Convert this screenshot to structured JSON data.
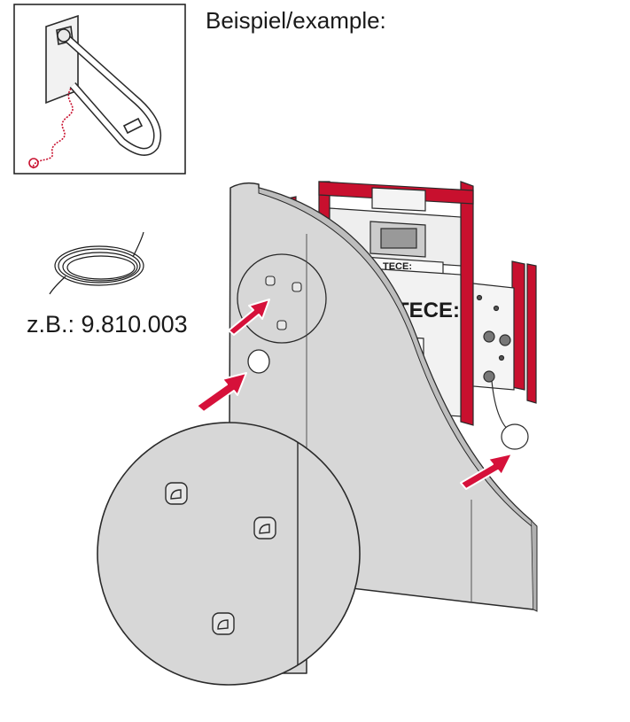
{
  "example_label": "Beispiel/example:",
  "part_number_label": "z.B.: 9.810.003",
  "frame_logo_large": "TECE:",
  "frame_logo_small": "TECE:",
  "colors": {
    "frame_red": "#c8102e",
    "arrow_red": "#d6113a",
    "panel_gray": "#d7d7d7",
    "line": "#2a2a2a"
  },
  "icons": [
    "grab-bar-icon",
    "cable-coil-icon",
    "arrow-icon",
    "magnifier-circle-icon",
    "fastener-icon"
  ]
}
